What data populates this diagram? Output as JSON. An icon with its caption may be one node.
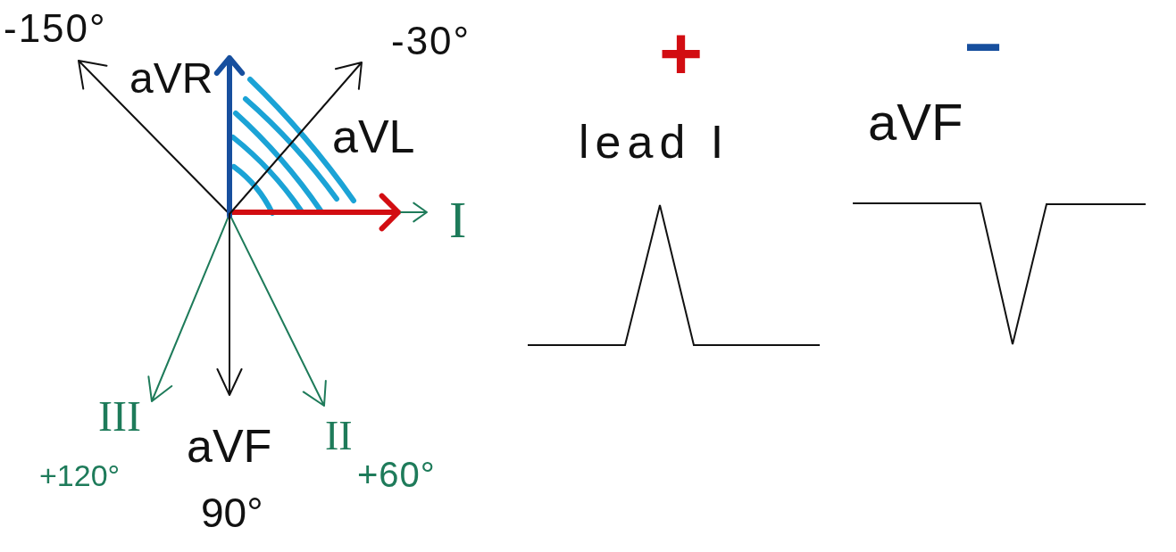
{
  "diagram": {
    "labels": [
      "-150°",
      "-30°",
      "+",
      "−",
      "aVR",
      "aVL",
      "aVF",
      "lead I",
      "I",
      "III",
      "II",
      "aVF",
      "+120°",
      "+60°",
      "90°"
    ]
  }
}
